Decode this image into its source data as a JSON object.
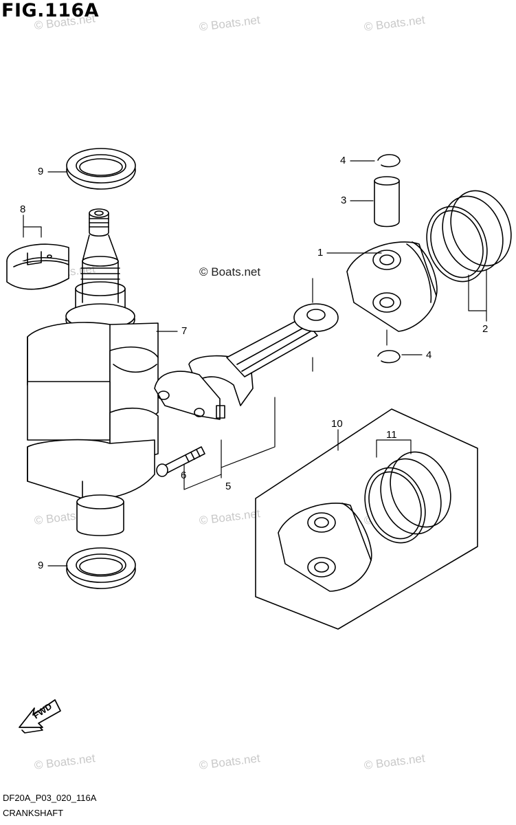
{
  "figure": {
    "title": "FIG.116A",
    "code": "DF20A_P03_020_116A",
    "name": "CRANKSHAFT"
  },
  "watermark": "© Boats.net",
  "direction_label": "FWD",
  "callouts": {
    "c1": "1",
    "c2": "2",
    "c3": "3",
    "c4a": "4",
    "c4b": "4",
    "c5": "5",
    "c6": "6",
    "c7": "7",
    "c8": "8",
    "c9a": "9",
    "c9b": "9",
    "c10": "10",
    "c11": "11"
  }
}
